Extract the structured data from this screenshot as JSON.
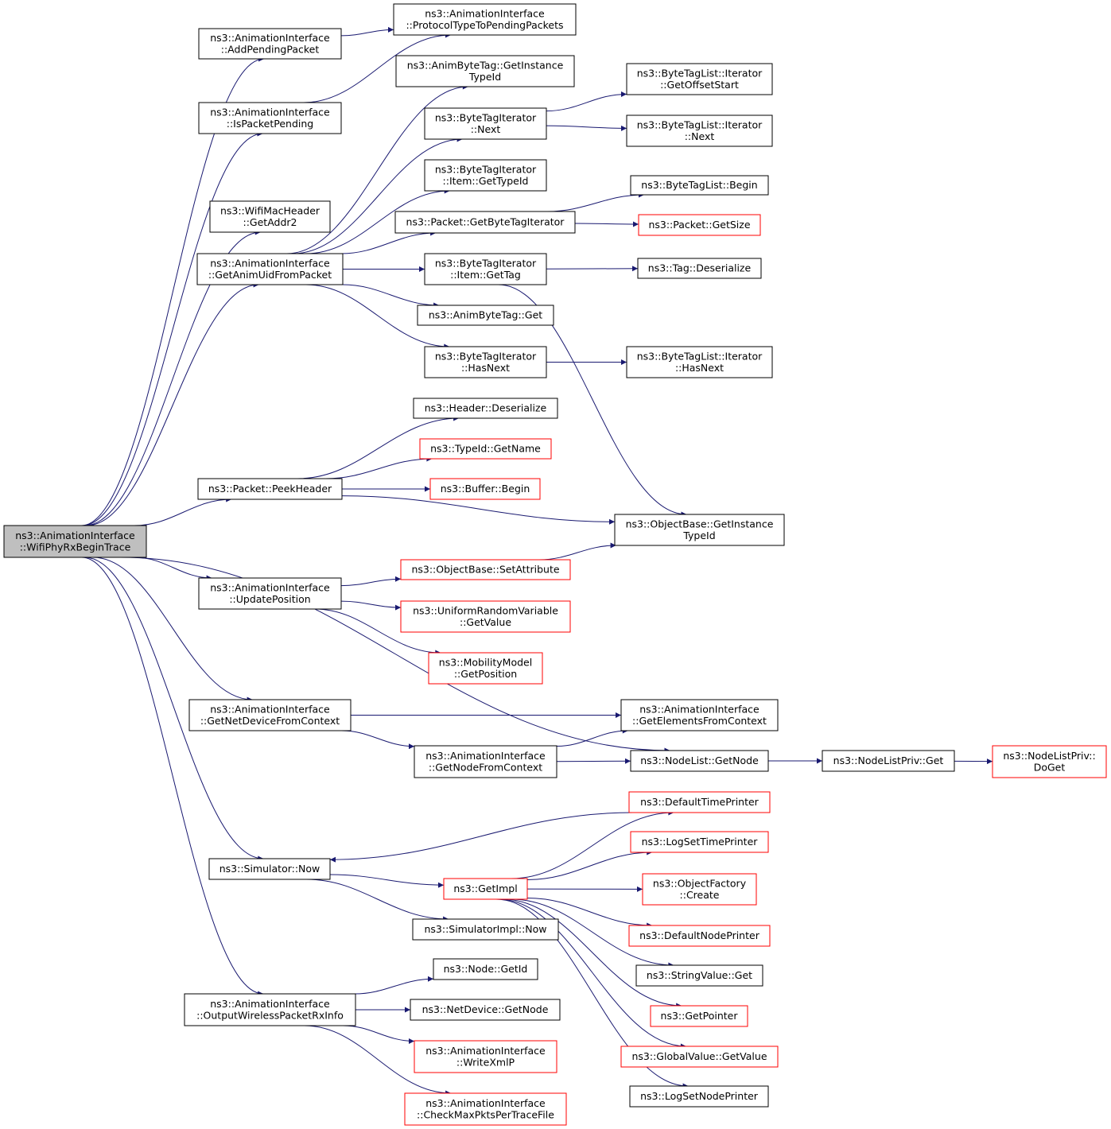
{
  "colors": {
    "edge": "#191970",
    "border_default": "#000000",
    "border_truncated": "#ff0000",
    "root_fill": "#bfbfbf",
    "node_fill": "#ffffff"
  },
  "nodes": [
    {
      "id": "root",
      "lines": [
        "ns3::AnimationInterface",
        "::WifiPhyRxBeginTrace"
      ],
      "kind": "root"
    },
    {
      "id": "add_pending",
      "lines": [
        "ns3::AnimationInterface",
        "::AddPendingPacket"
      ],
      "kind": "normal"
    },
    {
      "id": "proto_pending",
      "lines": [
        "ns3::AnimationInterface",
        "::ProtocolTypeToPendingPackets"
      ],
      "kind": "normal"
    },
    {
      "id": "is_pending",
      "lines": [
        "ns3::AnimationInterface",
        "::IsPacketPending"
      ],
      "kind": "normal"
    },
    {
      "id": "wifi_addr2",
      "lines": [
        "ns3::WifiMacHeader",
        "::GetAddr2"
      ],
      "kind": "normal"
    },
    {
      "id": "get_anim_uid",
      "lines": [
        "ns3::AnimationInterface",
        "::GetAnimUidFromPacket"
      ],
      "kind": "normal"
    },
    {
      "id": "abt_instance",
      "lines": [
        "ns3::AnimByteTag::GetInstance",
        "TypeId"
      ],
      "kind": "normal"
    },
    {
      "id": "bti_next",
      "lines": [
        "ns3::ByteTagIterator",
        "::Next"
      ],
      "kind": "normal"
    },
    {
      "id": "btl_offset",
      "lines": [
        "ns3::ByteTagList::Iterator",
        "::GetOffsetStart"
      ],
      "kind": "normal"
    },
    {
      "id": "btl_next",
      "lines": [
        "ns3::ByteTagList::Iterator",
        "::Next"
      ],
      "kind": "normal"
    },
    {
      "id": "bti_item_typeid",
      "lines": [
        "ns3::ByteTagIterator",
        "::Item::GetTypeId"
      ],
      "kind": "normal"
    },
    {
      "id": "btl_begin",
      "lines": [
        "ns3::ByteTagList::Begin"
      ],
      "kind": "normal"
    },
    {
      "id": "pkt_get_bti",
      "lines": [
        "ns3::Packet::GetByteTagIterator"
      ],
      "kind": "normal"
    },
    {
      "id": "pkt_get_size",
      "lines": [
        "ns3::Packet::GetSize"
      ],
      "kind": "truncated"
    },
    {
      "id": "bti_item_gettag",
      "lines": [
        "ns3::ByteTagIterator",
        "::Item::GetTag"
      ],
      "kind": "normal"
    },
    {
      "id": "tag_deser",
      "lines": [
        "ns3::Tag::Deserialize"
      ],
      "kind": "normal"
    },
    {
      "id": "abt_get",
      "lines": [
        "ns3::AnimByteTag::Get"
      ],
      "kind": "normal"
    },
    {
      "id": "bti_hasnext",
      "lines": [
        "ns3::ByteTagIterator",
        "::HasNext"
      ],
      "kind": "normal"
    },
    {
      "id": "btl_hasnext",
      "lines": [
        "ns3::ByteTagList::Iterator",
        "::HasNext"
      ],
      "kind": "normal"
    },
    {
      "id": "hdr_deser",
      "lines": [
        "ns3::Header::Deserialize"
      ],
      "kind": "normal"
    },
    {
      "id": "typeid_name",
      "lines": [
        "ns3::TypeId::GetName"
      ],
      "kind": "truncated"
    },
    {
      "id": "pkt_peek",
      "lines": [
        "ns3::Packet::PeekHeader"
      ],
      "kind": "normal"
    },
    {
      "id": "buf_begin",
      "lines": [
        "ns3::Buffer::Begin"
      ],
      "kind": "truncated"
    },
    {
      "id": "ob_instance",
      "lines": [
        "ns3::ObjectBase::GetInstance",
        "TypeId"
      ],
      "kind": "normal"
    },
    {
      "id": "ob_setattr",
      "lines": [
        "ns3::ObjectBase::SetAttribute"
      ],
      "kind": "truncated"
    },
    {
      "id": "update_pos",
      "lines": [
        "ns3::AnimationInterface",
        "::UpdatePosition"
      ],
      "kind": "normal"
    },
    {
      "id": "urv_value",
      "lines": [
        "ns3::UniformRandomVariable",
        "::GetValue"
      ],
      "kind": "truncated"
    },
    {
      "id": "mob_pos",
      "lines": [
        "ns3::MobilityModel",
        "::GetPosition"
      ],
      "kind": "truncated"
    },
    {
      "id": "netdev_ctx",
      "lines": [
        "ns3::AnimationInterface",
        "::GetNetDeviceFromContext"
      ],
      "kind": "normal"
    },
    {
      "id": "elem_ctx",
      "lines": [
        "ns3::AnimationInterface",
        "::GetElementsFromContext"
      ],
      "kind": "normal"
    },
    {
      "id": "node_ctx",
      "lines": [
        "ns3::AnimationInterface",
        "::GetNodeFromContext"
      ],
      "kind": "normal"
    },
    {
      "id": "nodelist_get",
      "lines": [
        "ns3::NodeList::GetNode"
      ],
      "kind": "normal"
    },
    {
      "id": "nlp_get",
      "lines": [
        "ns3::NodeListPriv::Get"
      ],
      "kind": "normal"
    },
    {
      "id": "nlp_doget",
      "lines": [
        "ns3::NodeListPriv::",
        "DoGet"
      ],
      "kind": "truncated"
    },
    {
      "id": "def_time_printer",
      "lines": [
        "ns3::DefaultTimePrinter"
      ],
      "kind": "truncated"
    },
    {
      "id": "log_time_printer",
      "lines": [
        "ns3::LogSetTimePrinter"
      ],
      "kind": "truncated"
    },
    {
      "id": "sim_now",
      "lines": [
        "ns3::Simulator::Now"
      ],
      "kind": "normal"
    },
    {
      "id": "get_impl",
      "lines": [
        "ns3::GetImpl"
      ],
      "kind": "truncated"
    },
    {
      "id": "objfactory_create",
      "lines": [
        "ns3::ObjectFactory",
        "::Create"
      ],
      "kind": "truncated"
    },
    {
      "id": "simimpl_now",
      "lines": [
        "ns3::SimulatorImpl::Now"
      ],
      "kind": "normal"
    },
    {
      "id": "def_node_printer",
      "lines": [
        "ns3::DefaultNodePrinter"
      ],
      "kind": "truncated"
    },
    {
      "id": "stringvalue_get",
      "lines": [
        "ns3::StringValue::Get"
      ],
      "kind": "normal"
    },
    {
      "id": "node_getid",
      "lines": [
        "ns3::Node::GetId"
      ],
      "kind": "normal"
    },
    {
      "id": "get_pointer",
      "lines": [
        "ns3::GetPointer"
      ],
      "kind": "truncated"
    },
    {
      "id": "output_rx",
      "lines": [
        "ns3::AnimationInterface",
        "::OutputWirelessPacketRxInfo"
      ],
      "kind": "normal"
    },
    {
      "id": "netdev_getnode",
      "lines": [
        "ns3::NetDevice::GetNode"
      ],
      "kind": "normal"
    },
    {
      "id": "gv_getvalue",
      "lines": [
        "ns3::GlobalValue::GetValue"
      ],
      "kind": "truncated"
    },
    {
      "id": "write_xmlp",
      "lines": [
        "ns3::AnimationInterface",
        "::WriteXmlP"
      ],
      "kind": "truncated"
    },
    {
      "id": "log_node_printer",
      "lines": [
        "ns3::LogSetNodePrinter"
      ],
      "kind": "normal"
    },
    {
      "id": "check_max",
      "lines": [
        "ns3::AnimationInterface",
        "::CheckMaxPktsPerTraceFile"
      ],
      "kind": "truncated"
    }
  ],
  "edges": [
    [
      "root",
      "add_pending"
    ],
    [
      "root",
      "is_pending"
    ],
    [
      "root",
      "wifi_addr2"
    ],
    [
      "root",
      "get_anim_uid"
    ],
    [
      "root",
      "pkt_peek"
    ],
    [
      "root",
      "update_pos"
    ],
    [
      "root",
      "netdev_ctx"
    ],
    [
      "root",
      "nodelist_get"
    ],
    [
      "root",
      "sim_now"
    ],
    [
      "root",
      "output_rx"
    ],
    [
      "add_pending",
      "proto_pending"
    ],
    [
      "is_pending",
      "proto_pending"
    ],
    [
      "get_anim_uid",
      "abt_instance"
    ],
    [
      "get_anim_uid",
      "bti_next"
    ],
    [
      "get_anim_uid",
      "bti_item_typeid"
    ],
    [
      "get_anim_uid",
      "pkt_get_bti"
    ],
    [
      "get_anim_uid",
      "bti_item_gettag"
    ],
    [
      "get_anim_uid",
      "abt_get"
    ],
    [
      "get_anim_uid",
      "bti_hasnext"
    ],
    [
      "bti_next",
      "btl_offset"
    ],
    [
      "bti_next",
      "btl_next"
    ],
    [
      "pkt_get_bti",
      "btl_begin"
    ],
    [
      "pkt_get_bti",
      "pkt_get_size"
    ],
    [
      "bti_item_gettag",
      "tag_deser"
    ],
    [
      "bti_item_gettag",
      "ob_instance"
    ],
    [
      "bti_hasnext",
      "btl_hasnext"
    ],
    [
      "pkt_peek",
      "hdr_deser"
    ],
    [
      "pkt_peek",
      "typeid_name"
    ],
    [
      "pkt_peek",
      "buf_begin"
    ],
    [
      "pkt_peek",
      "ob_instance"
    ],
    [
      "update_pos",
      "ob_setattr"
    ],
    [
      "update_pos",
      "urv_value"
    ],
    [
      "update_pos",
      "mob_pos"
    ],
    [
      "ob_setattr",
      "ob_instance"
    ],
    [
      "netdev_ctx",
      "elem_ctx"
    ],
    [
      "netdev_ctx",
      "node_ctx"
    ],
    [
      "node_ctx",
      "elem_ctx"
    ],
    [
      "node_ctx",
      "nodelist_get"
    ],
    [
      "nodelist_get",
      "nlp_get"
    ],
    [
      "nlp_get",
      "nlp_doget"
    ],
    [
      "def_time_printer",
      "sim_now"
    ],
    [
      "sim_now",
      "get_impl"
    ],
    [
      "sim_now",
      "simimpl_now"
    ],
    [
      "get_impl",
      "def_time_printer"
    ],
    [
      "get_impl",
      "log_time_printer"
    ],
    [
      "get_impl",
      "objfactory_create"
    ],
    [
      "get_impl",
      "def_node_printer"
    ],
    [
      "get_impl",
      "stringvalue_get"
    ],
    [
      "get_impl",
      "get_pointer"
    ],
    [
      "get_impl",
      "gv_getvalue"
    ],
    [
      "get_impl",
      "log_node_printer"
    ],
    [
      "output_rx",
      "node_getid"
    ],
    [
      "output_rx",
      "netdev_getnode"
    ],
    [
      "output_rx",
      "write_xmlp"
    ],
    [
      "output_rx",
      "check_max"
    ]
  ]
}
